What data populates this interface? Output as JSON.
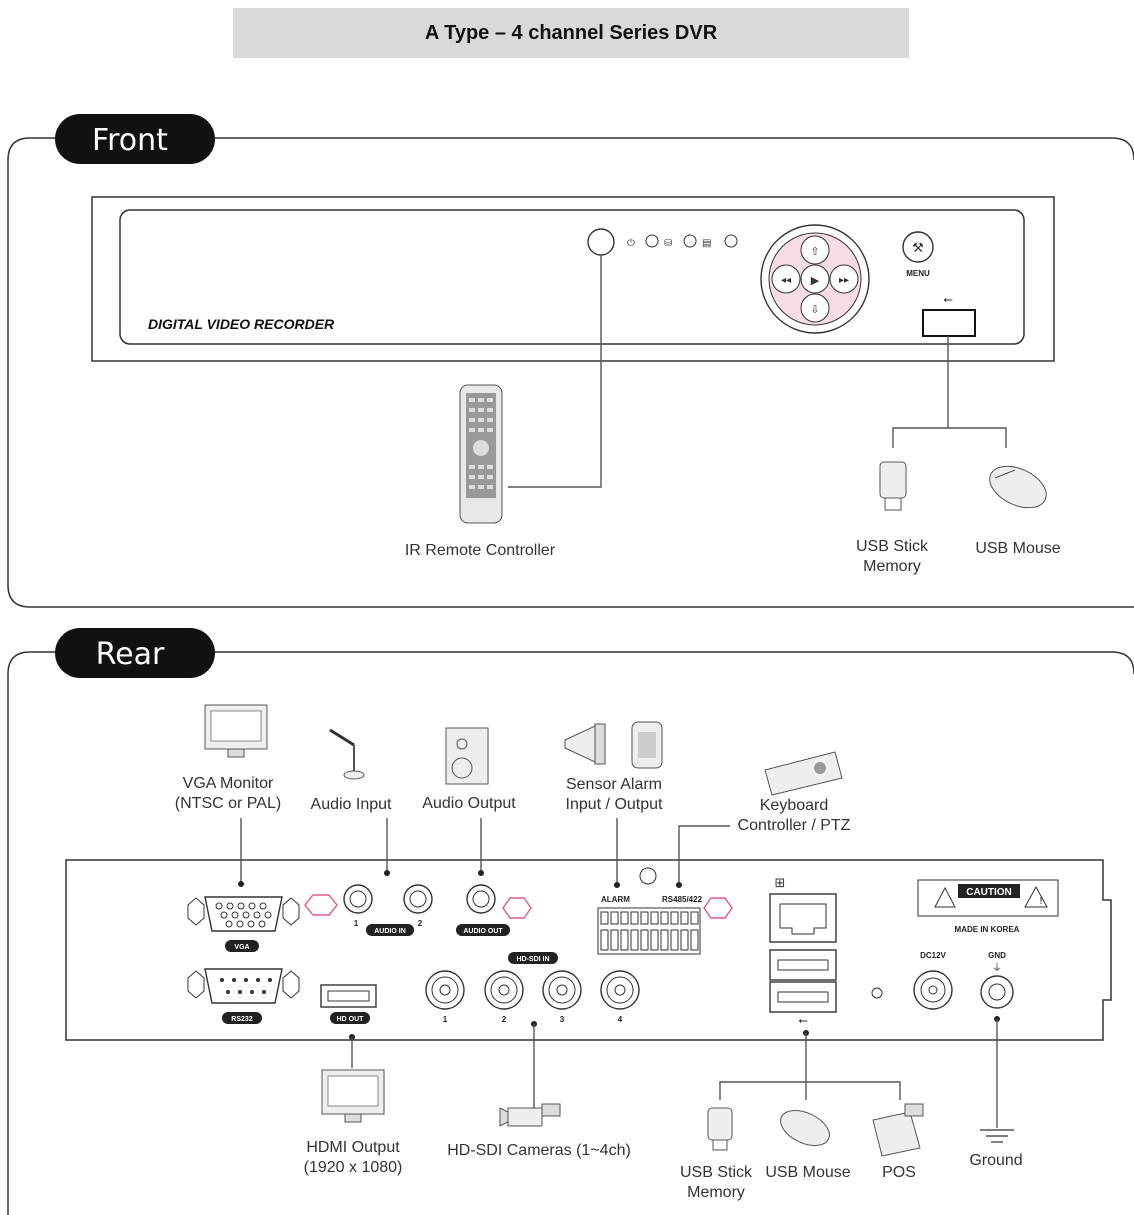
{
  "title": "A Type – 4 channel Series DVR",
  "front": {
    "tab_label": "Front",
    "panel_logo": "DIGITAL VIDEO RECORDER",
    "menu_label": "MENU",
    "devices": {
      "ir_remote": "IR Remote Controller",
      "usb_stick_line1": "USB Stick",
      "usb_stick_line2": "Memory",
      "usb_mouse": "USB Mouse"
    }
  },
  "rear": {
    "tab_label": "Rear",
    "devices": {
      "vga_monitor_line1": "VGA Monitor",
      "vga_monitor_line2": "(NTSC or PAL)",
      "audio_input": "Audio Input",
      "audio_output": "Audio Output",
      "sensor_line1": "Sensor Alarm",
      "sensor_line2": "Input / Output",
      "keyboard_line1": "Keyboard",
      "keyboard_line2": "Controller / PTZ",
      "hdmi_line1": "HDMI Output",
      "hdmi_line2": "(1920 x 1080)",
      "cameras": "HD-SDI Cameras (1~4ch)",
      "usb_stick_line1": "USB Stick",
      "usb_stick_line2": "Memory",
      "usb_mouse": "USB Mouse",
      "pos": "POS",
      "ground": "Ground"
    },
    "port_labels": {
      "vga": "VGA",
      "rs232": "RS232",
      "hd_out": "HD OUT",
      "audio_in": "AUDIO IN",
      "audio_out": "AUDIO OUT",
      "hdsdi_in": "HD-SDI IN",
      "alarm": "ALARM",
      "rs485": "RS485/422",
      "caution": "CAUTION",
      "made_in": "MADE IN KOREA",
      "dc12v": "DC12V",
      "gnd": "GND",
      "ch1": "1",
      "ch2": "2",
      "ch3": "3",
      "ch4": "4",
      "ain1": "1",
      "ain2": "2"
    }
  }
}
